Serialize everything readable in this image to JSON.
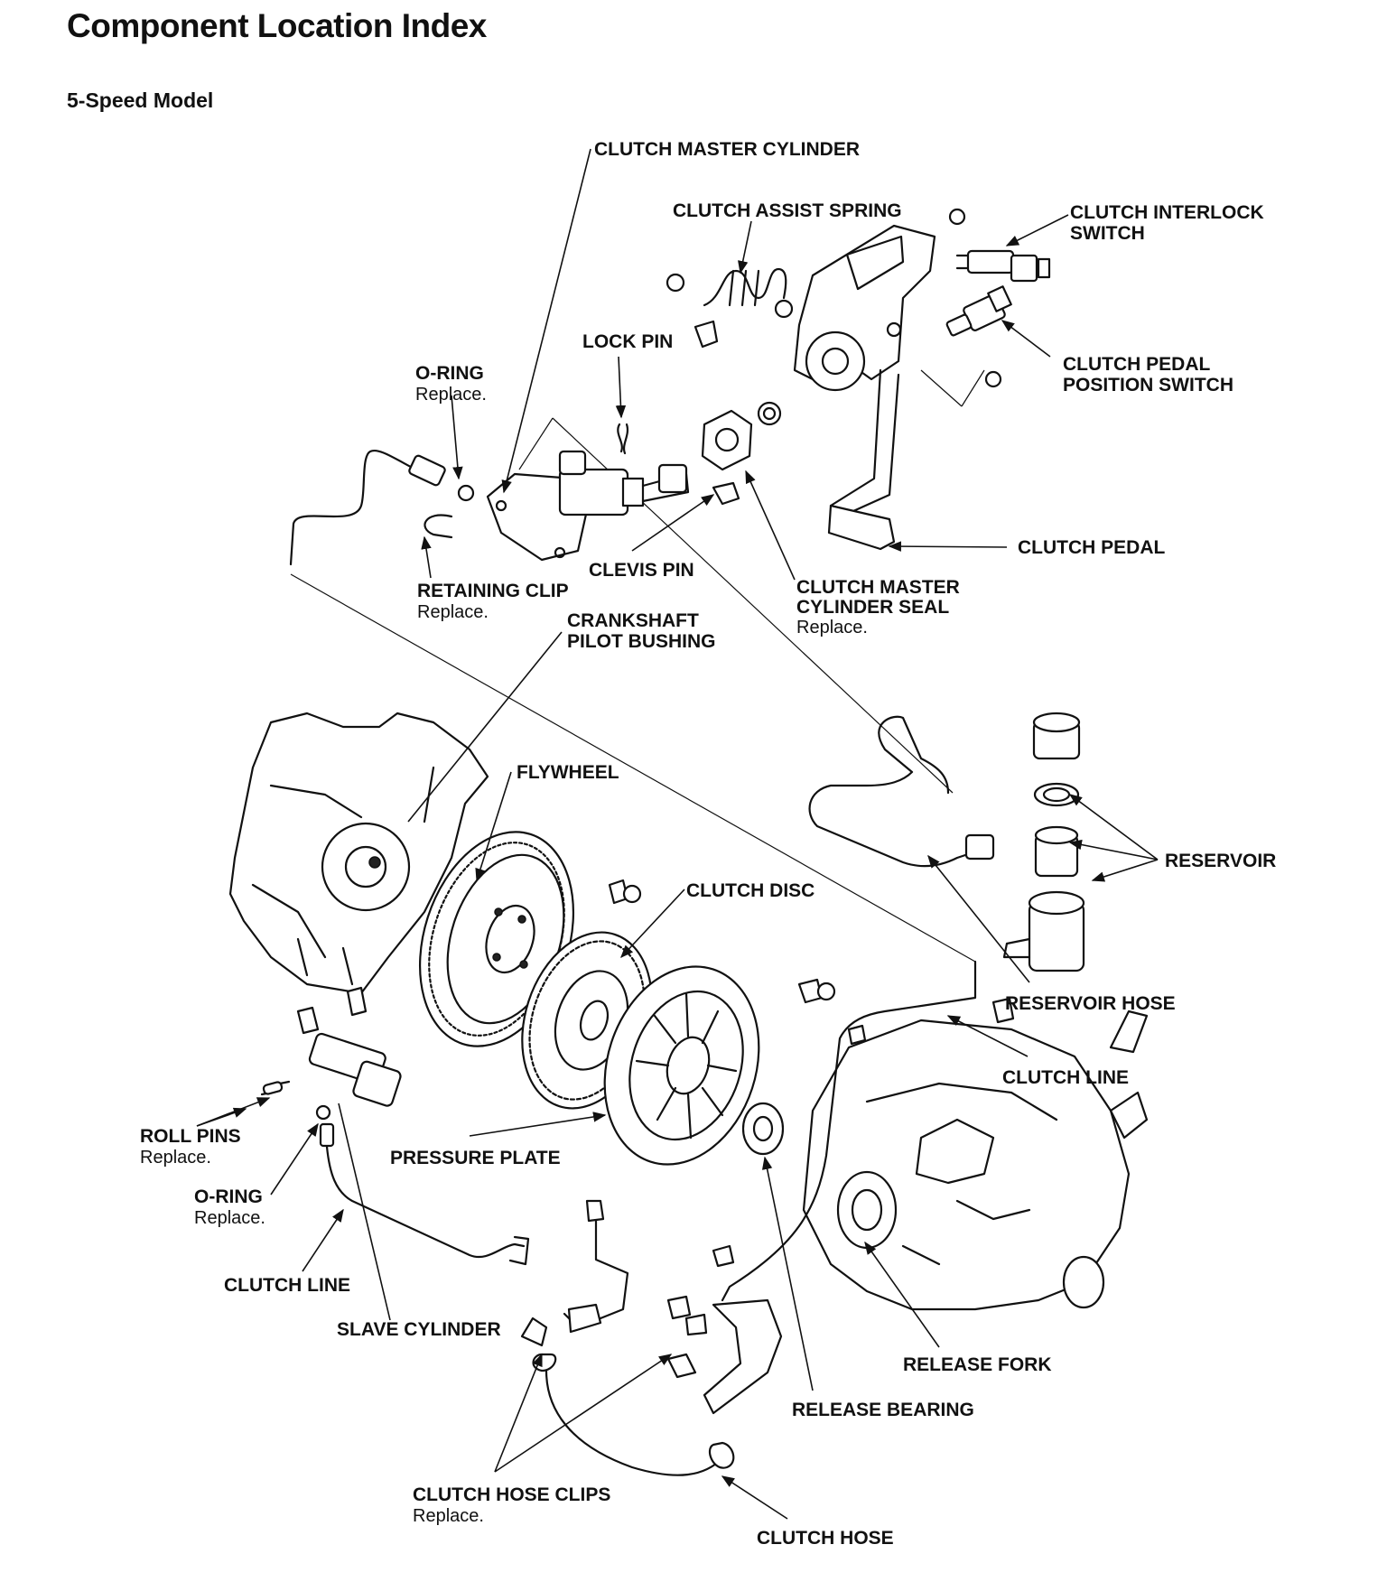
{
  "page": {
    "title": "Component Location Index",
    "subtitle": "5-Speed Model"
  },
  "labels": {
    "clutch_master_cylinder": "CLUTCH MASTER CYLINDER",
    "clutch_assist_spring": "CLUTCH ASSIST SPRING",
    "clutch_interlock_switch_1": "CLUTCH INTERLOCK",
    "clutch_interlock_switch_2": "SWITCH",
    "lock_pin": "LOCK PIN",
    "o_ring_top": "O-RING",
    "o_ring_top_note": "Replace.",
    "clutch_pedal_position_switch_1": "CLUTCH PEDAL",
    "clutch_pedal_position_switch_2": "POSITION SWITCH",
    "clutch_pedal": "CLUTCH PEDAL",
    "clevis_pin": "CLEVIS PIN",
    "retaining_clip": "RETAINING CLIP",
    "retaining_clip_note": "Replace.",
    "master_cylinder_seal_1": "CLUTCH MASTER",
    "master_cylinder_seal_2": "CYLINDER SEAL",
    "master_cylinder_seal_note": "Replace.",
    "crankshaft_pilot_bushing_1": "CRANKSHAFT",
    "crankshaft_pilot_bushing_2": "PILOT BUSHING",
    "flywheel": "FLYWHEEL",
    "clutch_disc": "CLUTCH DISC",
    "reservoir": "RESERVOIR",
    "reservoir_hose": "RESERVOIR HOSE",
    "clutch_line_right": "CLUTCH LINE",
    "roll_pins": "ROLL PINS",
    "roll_pins_note": "Replace.",
    "pressure_plate": "PRESSURE PLATE",
    "o_ring_bottom": "O-RING",
    "o_ring_bottom_note": "Replace.",
    "clutch_line_left": "CLUTCH LINE",
    "slave_cylinder": "SLAVE CYLINDER",
    "release_fork": "RELEASE FORK",
    "release_bearing": "RELEASE BEARING",
    "clutch_hose_clips": "CLUTCH HOSE CLIPS",
    "clutch_hose_clips_note": "Replace.",
    "clutch_hose": "CLUTCH HOSE"
  }
}
